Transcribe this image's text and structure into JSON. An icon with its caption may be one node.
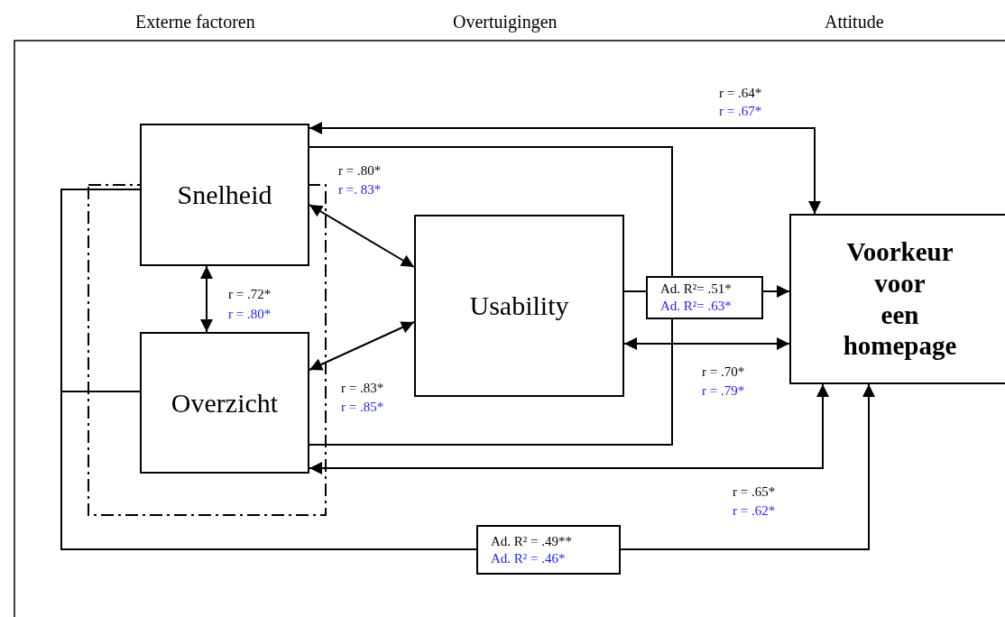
{
  "diagram": {
    "nodes": [
      {
        "text": [],
        "shape": "box"
      },
      {
        "text": [
          "Snelheid"
        ]
      },
      {
        "text": [
          "Overzicht"
        ],
        "in": 0
      },
      {
        "text": [
          "Usability"
        ]
      },
      {
        "text": [
          "Voorkeur voor een homepage"
        ]
      },
      {
        "text": [
          "Ad. R²= .51*",
          "Ad. R²= .63*"
        ]
      },
      {
        "text": [
          "Ad. R² = .49**",
          "Ad. R² = .46*"
        ]
      }
    ],
    "edges": [
      {
        "from": 1,
        "to": 4,
        "arrow": "both"
      },
      {
        "from": 1,
        "to": 3,
        "arrow": "both"
      },
      {
        "from": 1,
        "to": 2,
        "arrow": "both"
      },
      {
        "from": 2,
        "to": 3,
        "arrow": "both"
      },
      {
        "from": 3,
        "to": 4,
        "arrow": "both"
      },
      {
        "from": 2,
        "to": 4,
        "arrow": "both"
      },
      {
        "from": 1,
        "to": 5,
        "arrow": "none"
      },
      {
        "from": 2,
        "to": 5,
        "arrow": "none"
      },
      {
        "from": 3,
        "to": 5,
        "arrow": "none"
      },
      {
        "from": 5,
        "to": 4,
        "arrow": "to"
      },
      {
        "from": 1,
        "to": 6,
        "arrow": "none"
      },
      {
        "from": 2,
        "to": 6,
        "arrow": "none"
      },
      {
        "from": 6,
        "to": 4,
        "arrow": "to"
      }
    ],
    "labels": [
      "Externe factoren",
      "Overtuigingen",
      "Attitude",
      "r = .64*",
      "r = .67*",
      "r = .80*",
      "r =. 83*",
      "r = .72*",
      "r = .80*",
      "r = .70*",
      "r = .79*",
      "r = .83*",
      "r = .85*",
      "r = .65*",
      "r = .62*"
    ]
  }
}
